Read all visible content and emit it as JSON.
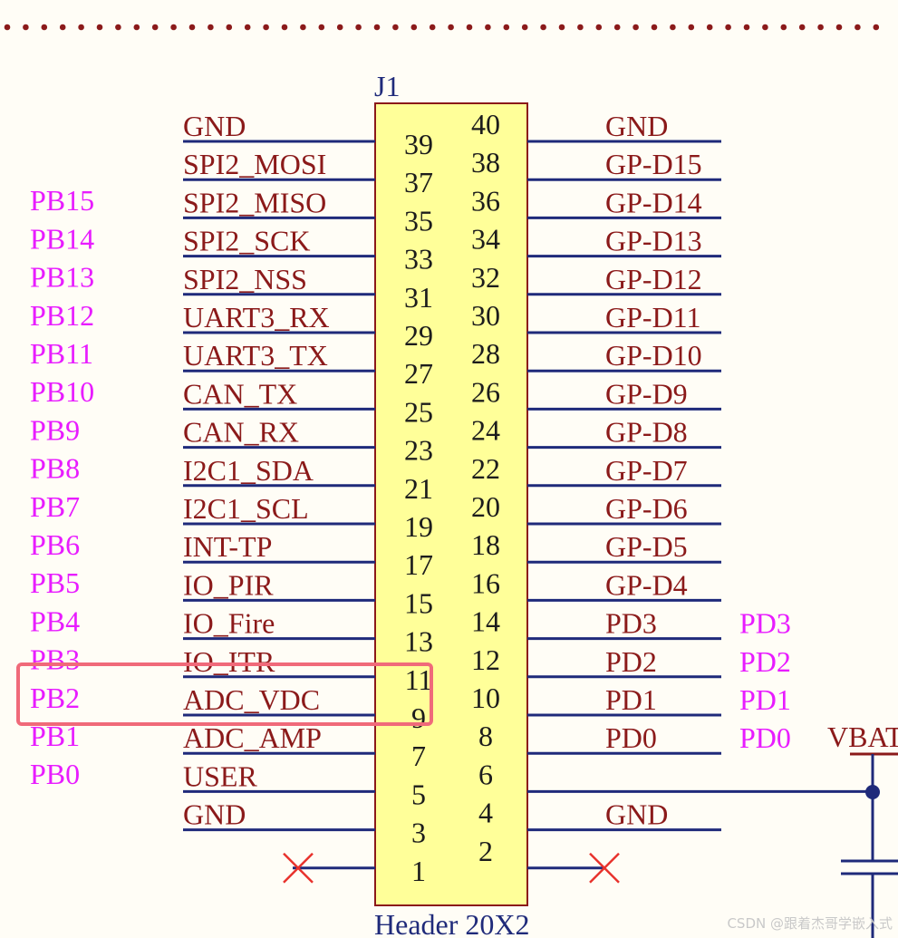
{
  "designator": "J1",
  "part_name": "Header 20X2",
  "watermark": "CSDN @跟着杰哥学嵌入式",
  "colors": {
    "net_label": "#8b1a1a",
    "mcu_pin": "#e81cff",
    "wire": "#1f2a7a",
    "body_fill": "#ffff99",
    "body_border": "#8b1a1a",
    "pin_number": "#1c1c1c",
    "no_connect": "#e8322c",
    "highlight": "#f06a7a"
  },
  "rows": [
    {
      "odd": "39",
      "even": "40",
      "left_net": "GND",
      "left_mcu": "",
      "right_net": "GND",
      "right_mcu": ""
    },
    {
      "odd": "37",
      "even": "38",
      "left_net": "SPI2_MOSI",
      "left_mcu": "PB15",
      "right_net": "GP-D15",
      "right_mcu": ""
    },
    {
      "odd": "35",
      "even": "36",
      "left_net": "SPI2_MISO",
      "left_mcu": "PB14",
      "right_net": "GP-D14",
      "right_mcu": ""
    },
    {
      "odd": "33",
      "even": "34",
      "left_net": "SPI2_SCK",
      "left_mcu": "PB13",
      "right_net": "GP-D13",
      "right_mcu": ""
    },
    {
      "odd": "31",
      "even": "32",
      "left_net": "SPI2_NSS",
      "left_mcu": "PB12",
      "right_net": "GP-D12",
      "right_mcu": ""
    },
    {
      "odd": "29",
      "even": "30",
      "left_net": "UART3_RX",
      "left_mcu": "PB11",
      "right_net": "GP-D11",
      "right_mcu": ""
    },
    {
      "odd": "27",
      "even": "28",
      "left_net": "UART3_TX",
      "left_mcu": "PB10",
      "right_net": "GP-D10",
      "right_mcu": ""
    },
    {
      "odd": "25",
      "even": "26",
      "left_net": "CAN_TX",
      "left_mcu": "PB9",
      "right_net": "GP-D9",
      "right_mcu": ""
    },
    {
      "odd": "23",
      "even": "24",
      "left_net": "CAN_RX",
      "left_mcu": "PB8",
      "right_net": "GP-D8",
      "right_mcu": ""
    },
    {
      "odd": "21",
      "even": "22",
      "left_net": "I2C1_SDA",
      "left_mcu": "PB7",
      "right_net": "GP-D7",
      "right_mcu": ""
    },
    {
      "odd": "19",
      "even": "20",
      "left_net": "I2C1_SCL",
      "left_mcu": "PB6",
      "right_net": "GP-D6",
      "right_mcu": ""
    },
    {
      "odd": "17",
      "even": "18",
      "left_net": "INT-TP",
      "left_mcu": "PB5",
      "right_net": "GP-D5",
      "right_mcu": ""
    },
    {
      "odd": "15",
      "even": "16",
      "left_net": "IO_PIR",
      "left_mcu": "PB4",
      "right_net": "GP-D4",
      "right_mcu": ""
    },
    {
      "odd": "13",
      "even": "14",
      "left_net": "IO_Fire",
      "left_mcu": "PB3",
      "right_net": "PD3",
      "right_mcu": "PD3"
    },
    {
      "odd": "11",
      "even": "12",
      "left_net": "IO_ITR",
      "left_mcu": "PB2",
      "right_net": "PD2",
      "right_mcu": "PD2"
    },
    {
      "odd": "9",
      "even": "10",
      "left_net": "ADC_VDC",
      "left_mcu": "PB1",
      "right_net": "PD1",
      "right_mcu": "PD1"
    },
    {
      "odd": "7",
      "even": "8",
      "left_net": "ADC_AMP",
      "left_mcu": "PB0",
      "right_net": "PD0",
      "right_mcu": "PD0"
    },
    {
      "odd": "5",
      "even": "6",
      "left_net": "USER",
      "left_mcu": "",
      "right_net": "",
      "right_mcu": ""
    },
    {
      "odd": "3",
      "even": "4",
      "left_net": "GND",
      "left_mcu": "",
      "right_net": "GND",
      "right_mcu": ""
    },
    {
      "odd": "1",
      "even": "2",
      "left_net": "",
      "left_mcu": "",
      "right_net": "",
      "right_mcu": ""
    }
  ],
  "vbat_label": "VBAT"
}
